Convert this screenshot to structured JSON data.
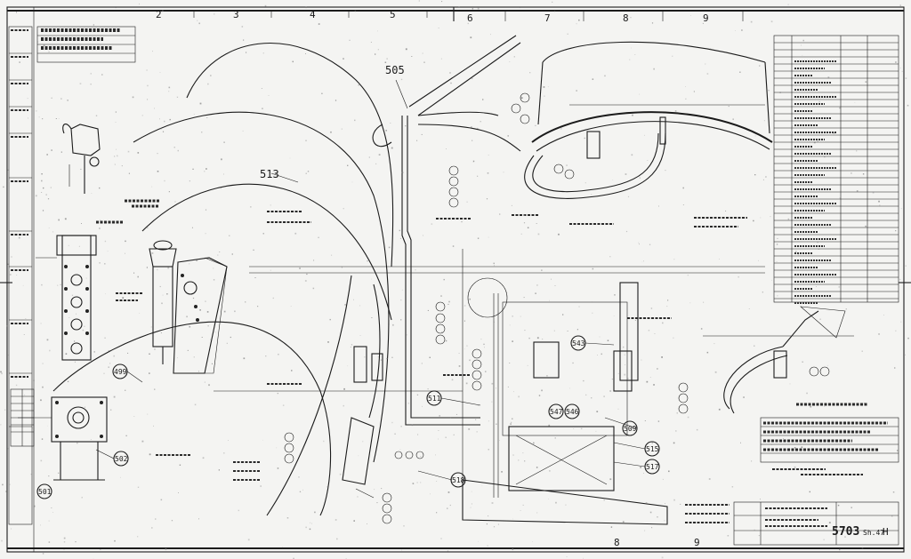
{
  "drawing": {
    "zones_top": [
      "2",
      "3",
      "4",
      "5",
      "6",
      "7",
      "8",
      "9"
    ],
    "zones_bottom": [
      "8",
      "9"
    ],
    "reference_numbers": [
      "505",
      "513",
      "499",
      "501",
      "502",
      "511",
      "543",
      "547",
      "546",
      "509",
      "515",
      "517",
      "518"
    ],
    "title_block": {
      "number": "5703",
      "sheet": "Sh.47",
      "revision": "H"
    }
  },
  "colors": {
    "paper": "#f4f4f2",
    "ink": "#1b1b1b",
    "noise": "#7a7a7a"
  }
}
